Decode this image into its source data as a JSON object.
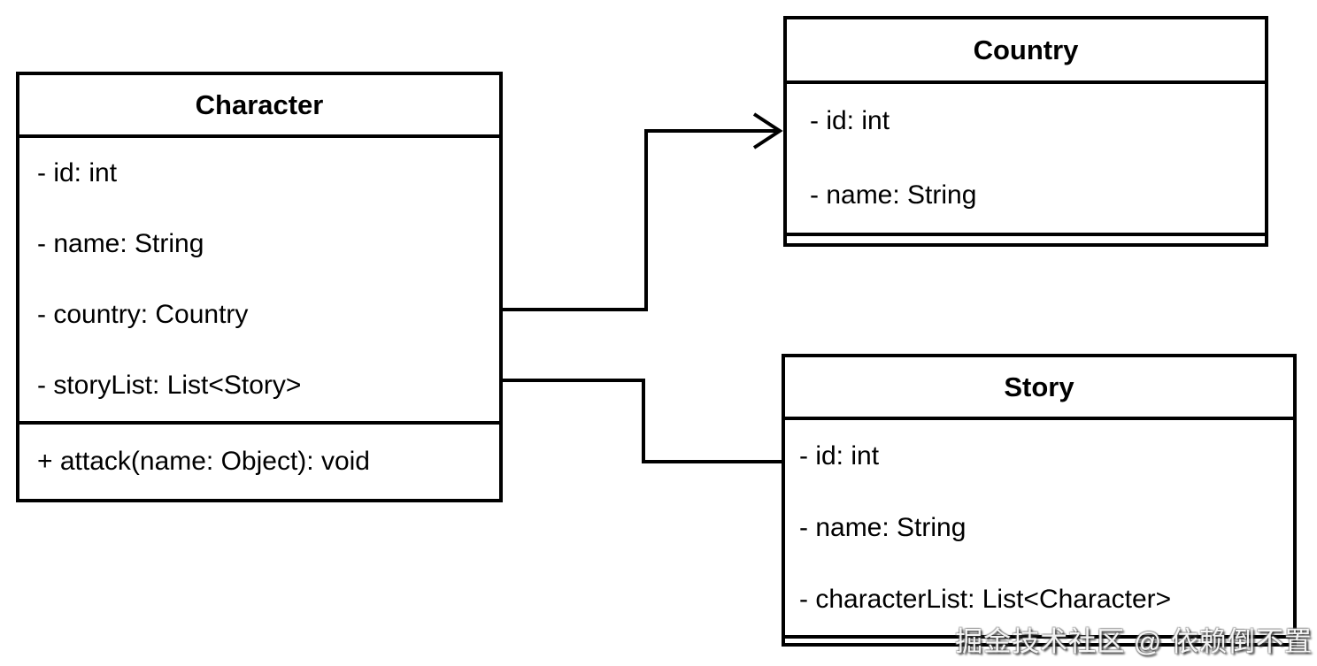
{
  "diagram": {
    "type": "uml-class-diagram",
    "colors": {
      "stroke": "#000000",
      "background": "#ffffff",
      "text": "#000000"
    },
    "classes": [
      {
        "name": "Character",
        "attributes": [
          "- id: int",
          "- name: String",
          "- country: Country",
          "- storyList: List<Story>"
        ],
        "methods": [
          "+ attack(name: Object): void"
        ]
      },
      {
        "name": "Country",
        "attributes": [
          "- id: int",
          "- name: String"
        ],
        "methods": []
      },
      {
        "name": "Story",
        "attributes": [
          "- id: int",
          "- name: String",
          "- characterList: List<Character>"
        ],
        "methods": []
      }
    ],
    "relationships": [
      {
        "from": "Character",
        "to": "Country",
        "type": "directed association",
        "arrowhead": "open"
      },
      {
        "from": "Character",
        "to": "Story",
        "type": "association",
        "arrowhead": "none"
      }
    ]
  },
  "watermark": "掘金技术社区 @ 依赖倒不置"
}
